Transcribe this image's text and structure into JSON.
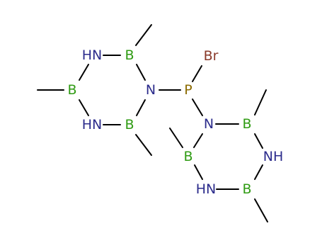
{
  "colors": {
    "B": "#2f9b13",
    "N": "#2c2c8c",
    "P": "#8b6b00",
    "Br": "#8a3a2a",
    "bond": "#000000"
  },
  "atoms": {
    "ring1": {
      "b_top": "B",
      "nh_top": "HN",
      "b_left": "B",
      "nh_bottom": "HN",
      "b_bottom": "B",
      "n_center": "N"
    },
    "center": {
      "p": "P",
      "br": "Br"
    },
    "ring2": {
      "n_top": "N",
      "b_top": "B",
      "nh_right": "NH",
      "b_bottom": "B",
      "nh_left": "HN",
      "b_left": "B"
    }
  }
}
